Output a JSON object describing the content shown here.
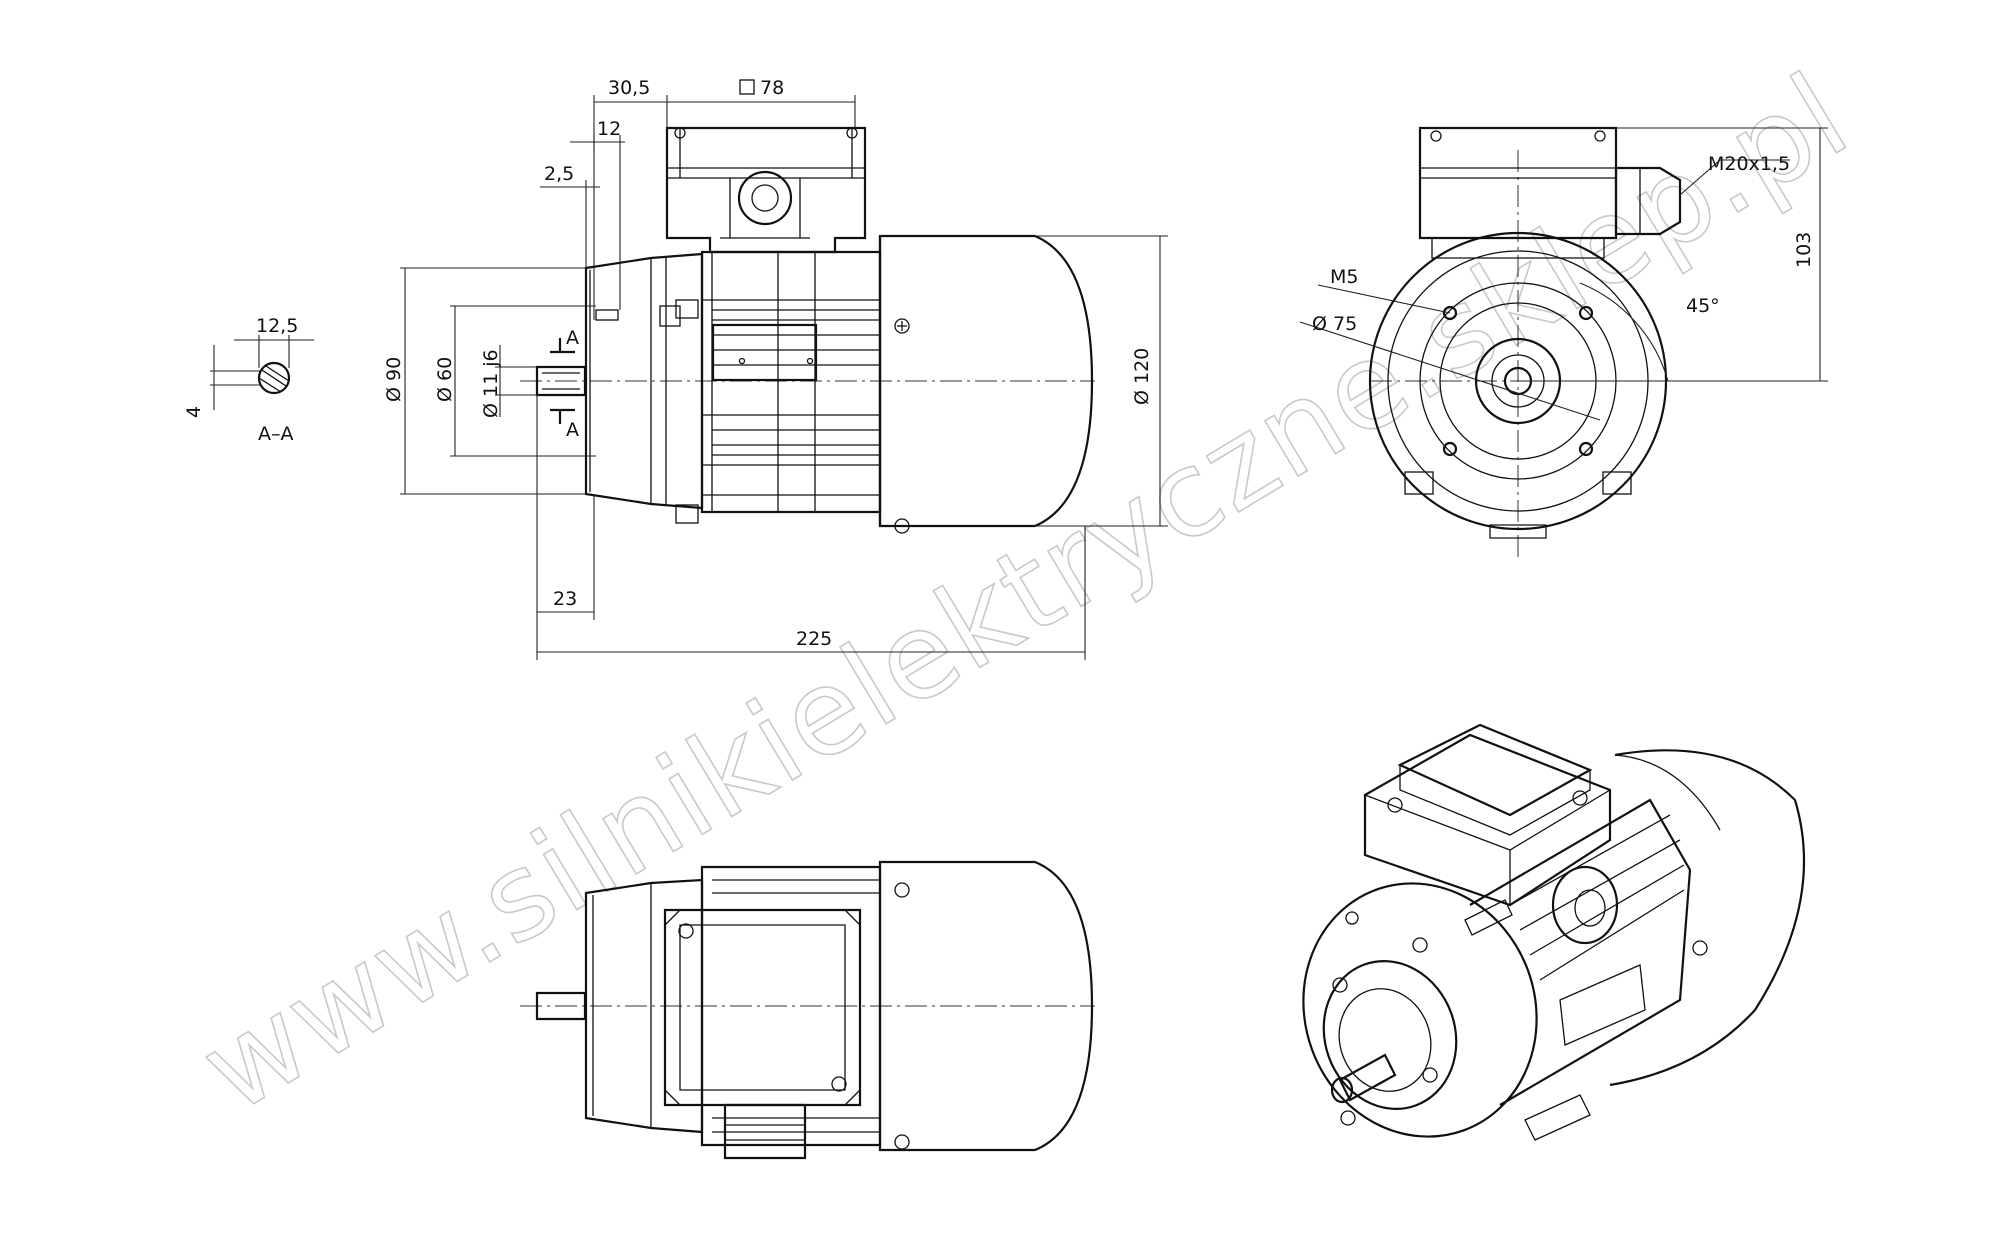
{
  "dimensions": {
    "d_30_5": "30,5",
    "d_sq_78": "78",
    "d_12": "12",
    "d_2_5": "2,5",
    "d_12_5": "12,5",
    "d_4": "4",
    "section_aa": "A–A",
    "sec_a_top": "A",
    "sec_a_bot": "A",
    "d_dia90": "Ø 90",
    "d_dia60": "Ø 60",
    "d_dia11": "Ø 11 j6",
    "d_dia120": "Ø 120",
    "d_23": "23",
    "d_225": "225",
    "d_m20": "M20x1,5",
    "d_103": "103",
    "d_m5": "M5",
    "d_dia75": "Ø 75",
    "d_45": "45°"
  },
  "watermark": "www.silnikielektryczne.sklep.pl",
  "colors": {
    "line": "#111111",
    "watermark": "#c9c9c9",
    "background": "#ffffff"
  }
}
